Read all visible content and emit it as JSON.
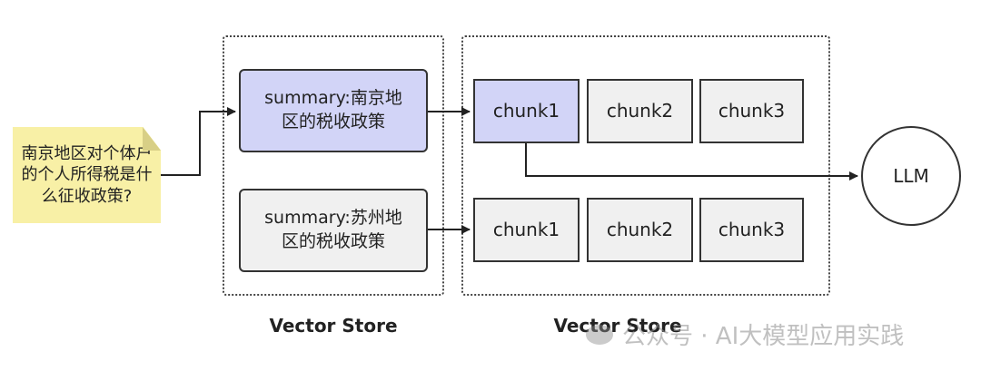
{
  "question_note": "南京地区对个体户的个人所得税是什么征收政策?",
  "summary_store": {
    "caption": "Vector Store",
    "summaries": [
      "summary:南京地区的税收政策",
      "summary:苏州地区的税收政策"
    ]
  },
  "chunk_store": {
    "caption": "Vector Store",
    "row1": [
      "chunk1",
      "chunk2",
      "chunk3"
    ],
    "row2": [
      "chunk1",
      "chunk2",
      "chunk3"
    ]
  },
  "llm_label": "LLM",
  "watermark": {
    "text": "公众号 · AI大模型应用实践"
  },
  "colors": {
    "highlight": "#d2d4f7",
    "box": "#f0f0f0",
    "note": "#f8f0a6"
  }
}
